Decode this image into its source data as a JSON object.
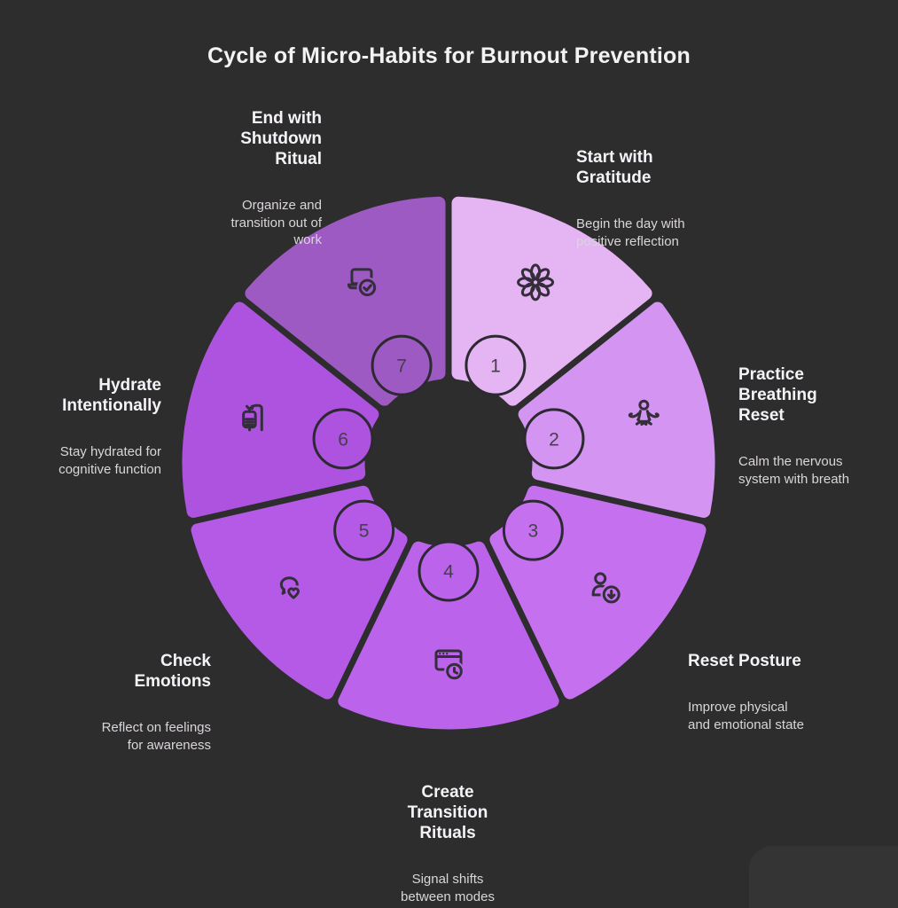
{
  "title": "Cycle of Micro-Habits for Burnout Prevention",
  "theme": {
    "background": "#2d2d2d",
    "heading_color": "#f6f3f8",
    "description_color": "#dad5db",
    "icon_stroke": "#332e39",
    "badge_border": "#2c2931",
    "badge_number_color": "#453f4c"
  },
  "segments": [
    {
      "number": "1",
      "label": "Start with\nGratitude",
      "description": "Begin the day with\npositive reflection",
      "color": "#e5b4f3",
      "icon": "flower-icon"
    },
    {
      "number": "2",
      "label": "Practice\nBreathing\nReset",
      "description": "Calm the nervous\nsystem with breath",
      "color": "#d394f2",
      "icon": "meditation-icon"
    },
    {
      "number": "3",
      "label": "Reset Posture",
      "description": "Improve physical\nand emotional state",
      "color": "#c571ef",
      "icon": "person-download-icon"
    },
    {
      "number": "4",
      "label": "Create\nTransition\nRituals",
      "description": "Signal shifts\nbetween modes",
      "color": "#bc63ec",
      "icon": "window-clock-icon"
    },
    {
      "number": "5",
      "label": "Check\nEmotions",
      "description": "Reflect on feelings\nfor awareness",
      "color": "#b45ae7",
      "icon": "chat-heart-icon"
    },
    {
      "number": "6",
      "label": "Hydrate\nIntentionally",
      "description": "Stay hydrated for\ncognitive function",
      "color": "#ad53e0",
      "icon": "iv-drip-icon"
    },
    {
      "number": "7",
      "label": "End with\nShutdown\nRitual",
      "description": "Organize and\ntransition out of\nwork",
      "color": "#9c5ac2",
      "icon": "laptop-check-icon"
    }
  ]
}
